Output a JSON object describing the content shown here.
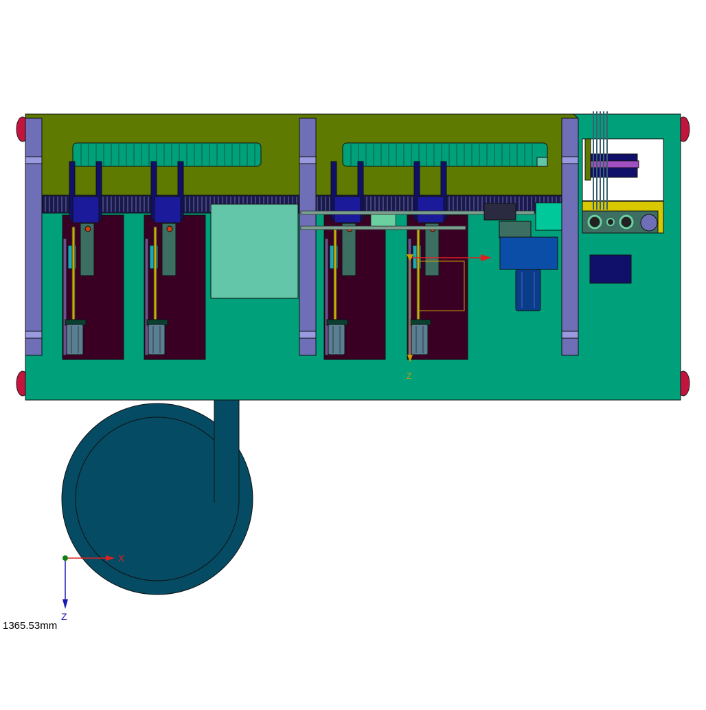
{
  "viewport": {
    "background": "#ffffff",
    "colors": {
      "base_plate": "#00a07a",
      "top_plate": "#5f7a00",
      "slot_panel": "#00a07a",
      "column": "#6f6fb8",
      "module_panel": "#3a0024",
      "dark_blue": "#10106a",
      "block": "#63c6a8",
      "duct": "#044b63",
      "bumper": "#c2143c",
      "pneumatic_blue": "#0a4ea8",
      "yellow_bracket": "#d8c800",
      "violet": "#a050c0",
      "axis_x": "#e02020",
      "axis_z": "#1a1ab4",
      "ref_axis": "#c8a000"
    },
    "icons": [
      "triad-origin-icon",
      "x-axis-arrow-icon",
      "z-axis-arrow-icon"
    ]
  },
  "triad": {
    "x_label": "X",
    "z_label": "Z"
  },
  "reference_triad": {
    "z_label": "Z"
  },
  "scale": {
    "text": "1365.53mm"
  }
}
